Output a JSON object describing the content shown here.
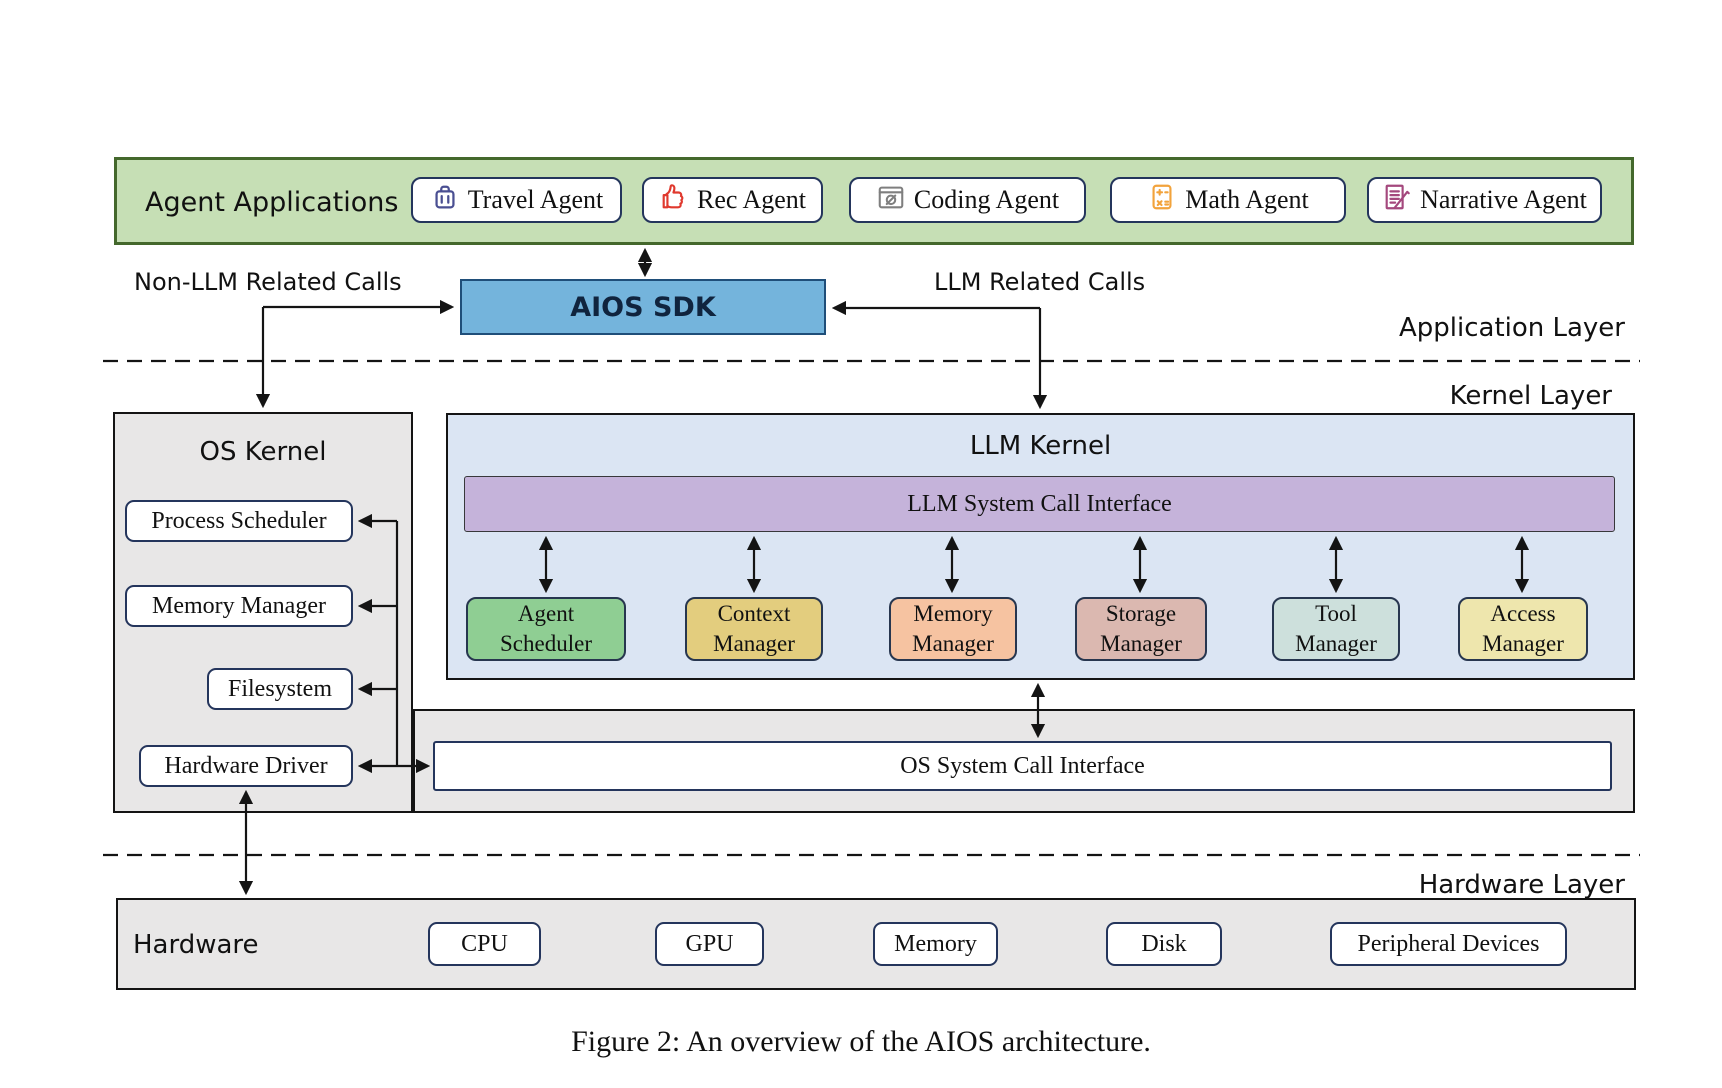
{
  "figure": {
    "caption": "Figure 2: An overview of the AIOS architecture."
  },
  "layer_labels": {
    "application": "Application Layer",
    "kernel": "Kernel Layer",
    "hardware": "Hardware Layer"
  },
  "agent_applications": {
    "title": "Agent Applications",
    "agents": [
      {
        "label": "Travel Agent",
        "icon": "suitcase-icon",
        "color": "#4a4f92"
      },
      {
        "label": "Rec Agent",
        "icon": "thumbs-up-icon",
        "color": "#e0392e"
      },
      {
        "label": "Coding Agent",
        "icon": "code-window-icon",
        "color": "#7f7f7f"
      },
      {
        "label": "Math Agent",
        "icon": "calculator-icon",
        "color": "#f2a33c"
      },
      {
        "label": "Narrative Agent",
        "icon": "document-pen-icon",
        "color": "#a4487d"
      }
    ]
  },
  "sdk": {
    "label": "AIOS SDK",
    "fill": "#74b4dc"
  },
  "calls": {
    "non_llm": "Non-LLM Related Calls",
    "llm": "LLM Related Calls"
  },
  "os_kernel": {
    "title": "OS Kernel",
    "fill": "#e8e7e7",
    "modules": [
      "Process Scheduler",
      "Memory Manager",
      "Filesystem",
      "Hardware Driver"
    ]
  },
  "llm_kernel": {
    "title": "LLM Kernel",
    "fill": "#dbe5f3",
    "interface_label": "LLM System Call Interface",
    "interface_fill": "#c5b3da",
    "managers": [
      {
        "label": "Agent\nScheduler",
        "color": "#8fce93"
      },
      {
        "label": "Context\nManager",
        "color": "#e3cd7e"
      },
      {
        "label": "Memory\nManager",
        "color": "#f6c3a1"
      },
      {
        "label": "Storage\nManager",
        "color": "#dbb8b0"
      },
      {
        "label": "Tool\nManager",
        "color": "#cde0dc"
      },
      {
        "label": "Access\nManager",
        "color": "#eee6ad"
      }
    ]
  },
  "os_interface": {
    "label": "OS System Call Interface"
  },
  "hardware": {
    "title": "Hardware",
    "fill": "#e8e7e7",
    "devices": [
      "CPU",
      "GPU",
      "Memory",
      "Disk",
      "Peripheral Devices"
    ]
  },
  "palette": {
    "app_bar_fill": "#c6dfb5",
    "app_bar_border": "#44682c",
    "box_border_navy": "#24355c",
    "arrow_color": "#141414"
  }
}
